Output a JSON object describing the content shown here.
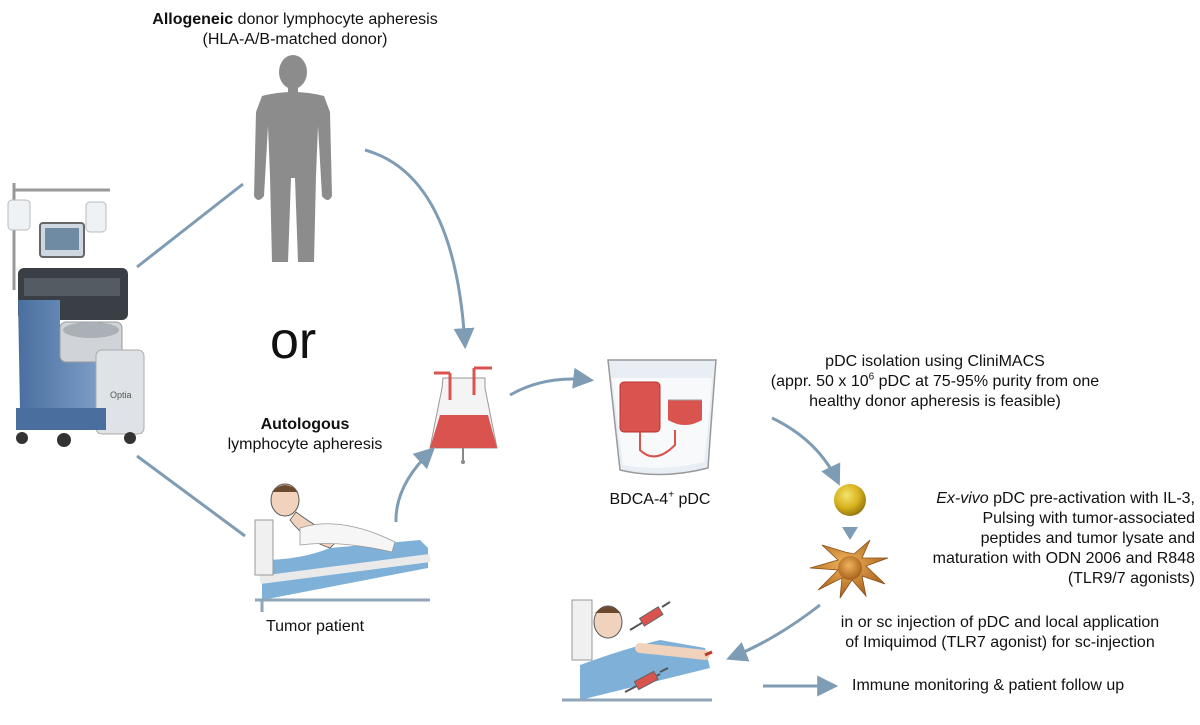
{
  "allogeneic": {
    "bold": "Allogeneic",
    "rest": " donor lymphocyte apheresis",
    "line2": "(HLA-A/B-matched donor)"
  },
  "or_label": "or",
  "autologous": {
    "bold": "Autologous",
    "line2": "lymphocyte apheresis"
  },
  "tumor_patient": "Tumor patient",
  "bdca": {
    "prefix": "BDCA-4",
    "sup": "+",
    "suffix": " pDC"
  },
  "isolation": {
    "line1": "pDC isolation using CliniMACS",
    "line2_a": "(appr. 50 x 10",
    "line2_sup": "6",
    "line2_b": " pDC at 75-95% purity from one",
    "line3": "healthy donor apheresis is feasible)"
  },
  "exvivo": {
    "italic": "Ex-vivo",
    "rest": " pDC pre-activation with IL-3,",
    "line2": "Pulsing with tumor-associated",
    "line3": "peptides and tumor lysate and",
    "line4": "maturation with ODN 2006 and R848",
    "line5": "(TLR9/7 agonists)"
  },
  "injection": {
    "line1": "in or sc injection of pDC and local application",
    "line2": "of Imiquimod (TLR7 agonist) for sc-injection"
  },
  "monitoring": "Immune monitoring & patient follow up",
  "machine_brand": "Optia",
  "colors": {
    "arrow": "#7f9cb5",
    "blood": "#d9534f",
    "silhouette": "#8c8c8c",
    "machine_blue": "#5f87b8",
    "cell_yellow": "#d8b21e",
    "cell_orange": "#c9822c"
  }
}
